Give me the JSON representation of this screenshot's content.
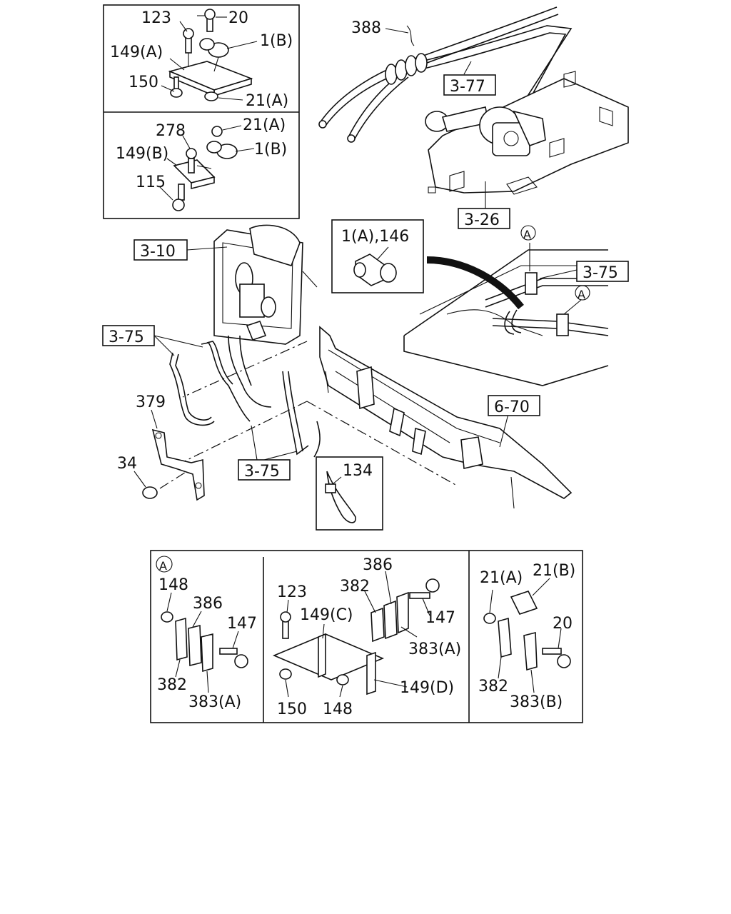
{
  "inset_top": {
    "upper": {
      "labels": [
        "123",
        "20",
        "149(A)",
        "1(B)",
        "150",
        "21(A)"
      ]
    },
    "lower": {
      "labels": [
        "278",
        "21(A)",
        "149(B)",
        "1(B)",
        "115"
      ]
    }
  },
  "refs": [
    "3-77",
    "3-26",
    "3-10",
    "3-75",
    "3-75",
    "3-75",
    "6-70"
  ],
  "callouts": {
    "hose_clip": "388",
    "clip_detail": "1(A),146",
    "bracket": "379",
    "nut": "34",
    "tie": "134",
    "marker": "A"
  },
  "detail_A": {
    "marker": "A",
    "left": [
      "148",
      "386",
      "147",
      "382",
      "383(A)"
    ],
    "middle": [
      "386",
      "123",
      "382",
      "147",
      "149(C)",
      "383(A)",
      "149(D)",
      "150",
      "148"
    ],
    "right": [
      "21(A)",
      "21(B)",
      "20",
      "382",
      "383(B)"
    ]
  }
}
